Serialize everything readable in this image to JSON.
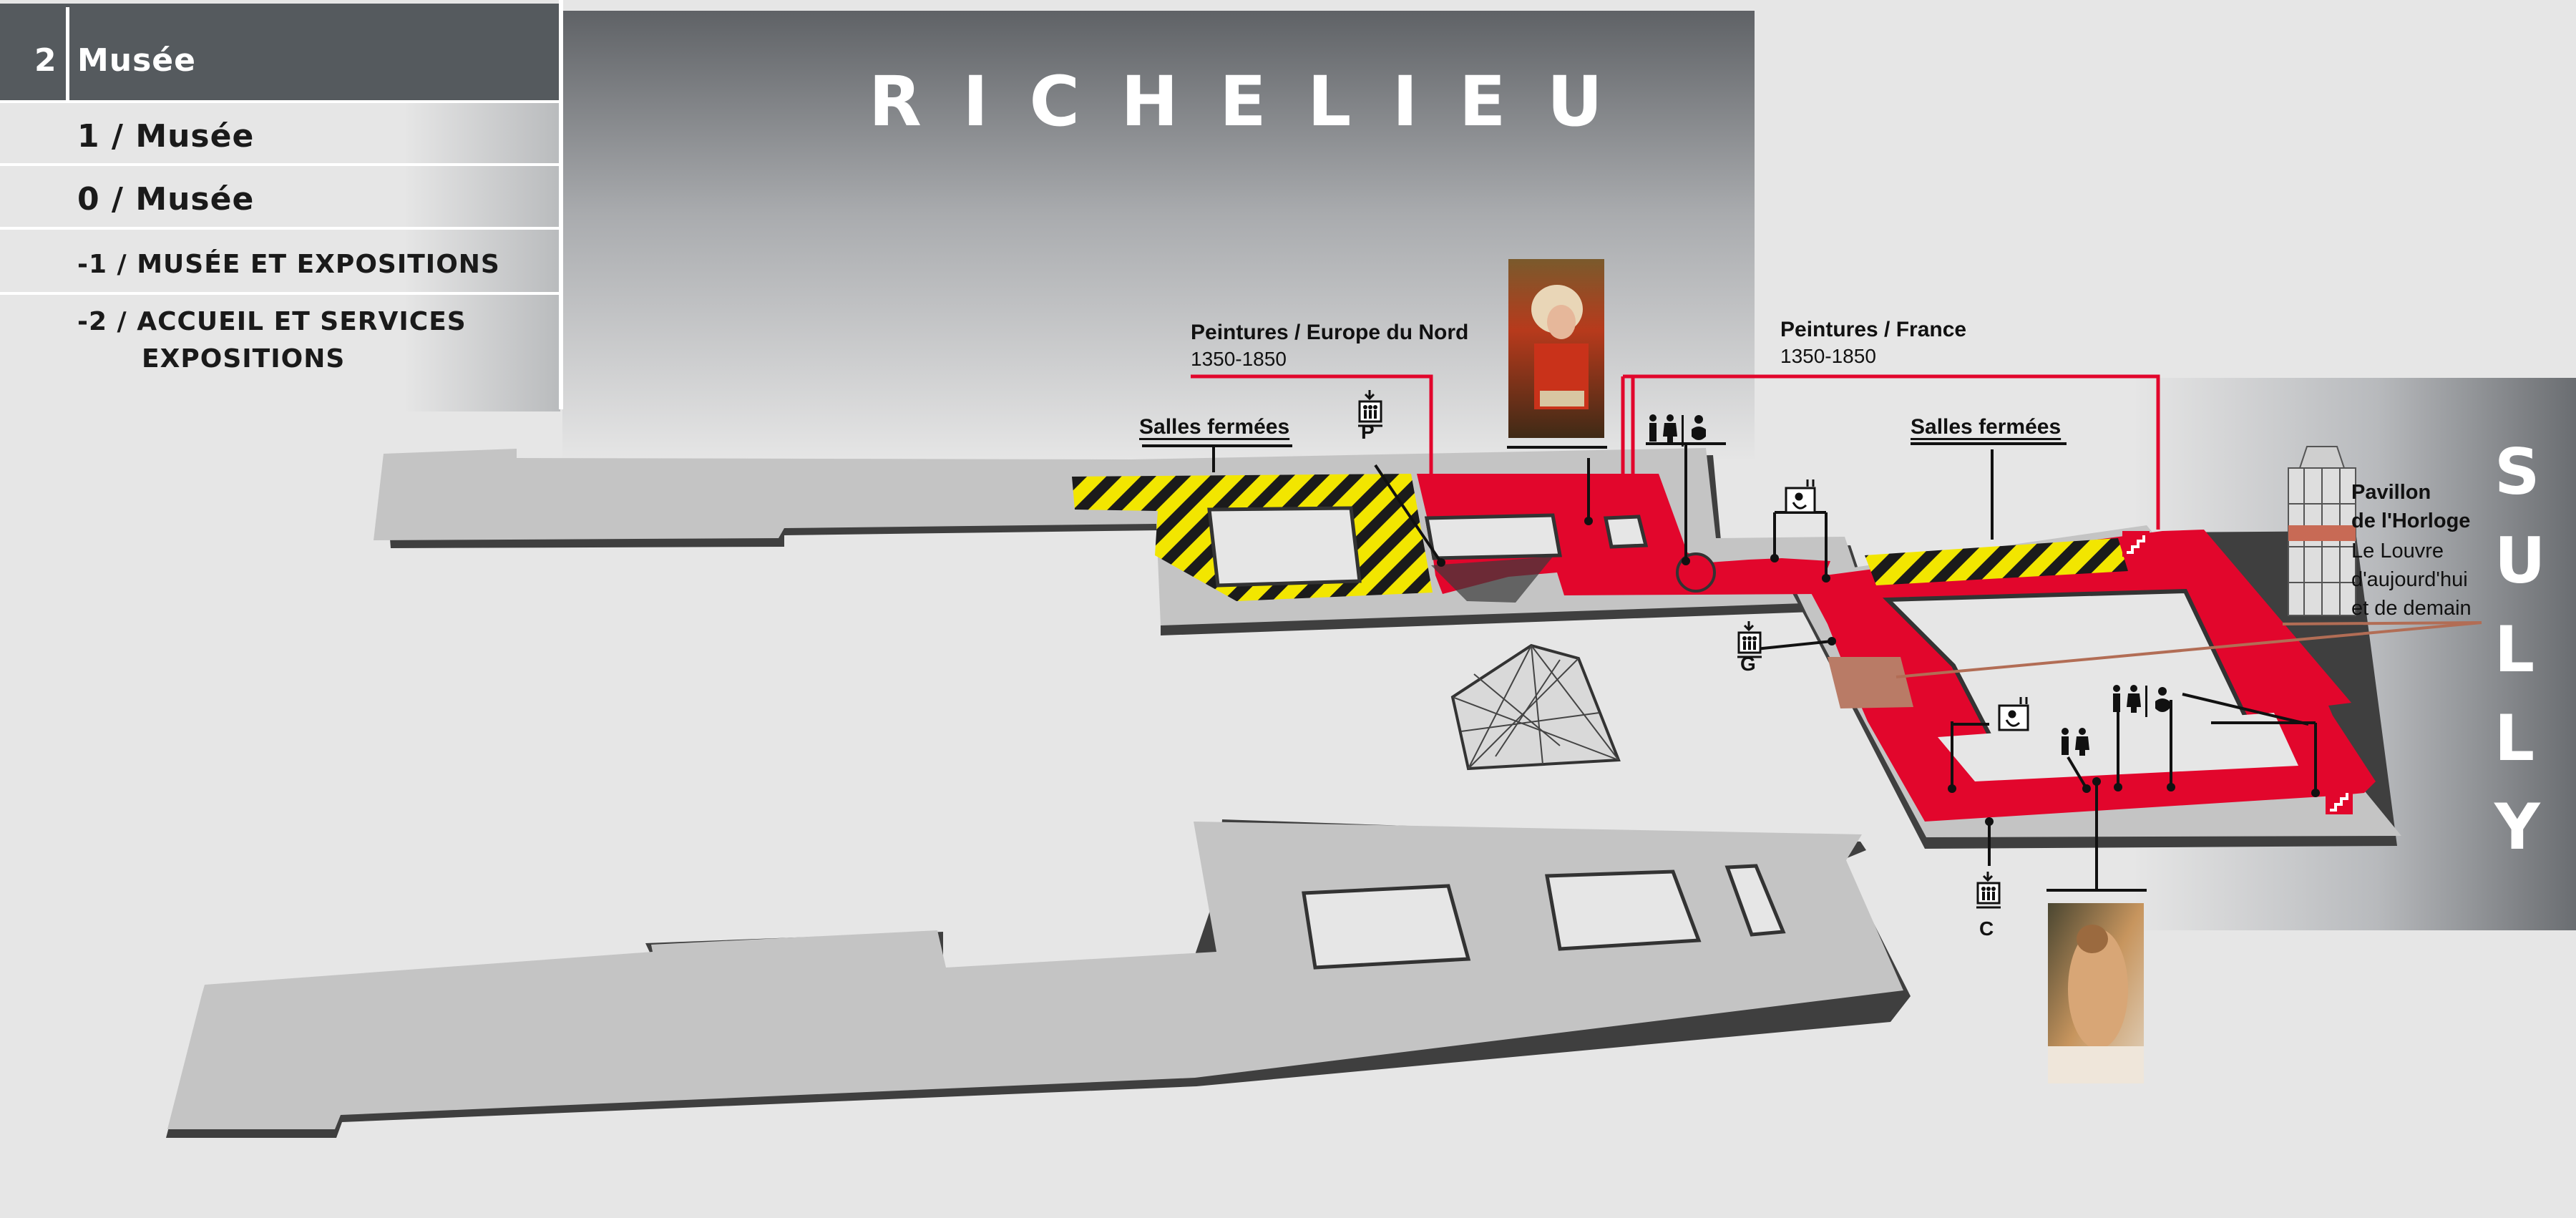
{
  "floor_nav": {
    "current": {
      "number": "2",
      "label": "Musée"
    },
    "others": [
      {
        "label": "1 / Musée"
      },
      {
        "label": "0 / Musée"
      },
      {
        "label": "-1 / Musée et expositions"
      },
      {
        "label": "-2 / Accueil et services",
        "label2": "Expositions"
      }
    ]
  },
  "wings": {
    "richelieu": "R I C H E L I E U",
    "sully": [
      "S",
      "U",
      "L",
      "L",
      "Y"
    ]
  },
  "zones": {
    "nord": {
      "title": "Peintures / Europe du Nord",
      "years": "1350-1850"
    },
    "france": {
      "title": "Peintures / France",
      "years": "1350-1850"
    },
    "closed_left": "Salles fermées",
    "closed_right": "Salles fermées"
  },
  "pavillon": {
    "line1": "Pavillon",
    "line2": "de l'Horloge",
    "line3": "Le Louvre",
    "line4": "d'aujourd'hui",
    "line5": "et de demain"
  },
  "elevators": {
    "p": "P",
    "g": "G",
    "c": "C"
  },
  "colors": {
    "accent": "#e2062c",
    "closed_stripe": "#f2e600",
    "floor": "#c4c4c4",
    "nav_active": "#555a5e"
  },
  "icons": [
    "elevator-icon",
    "toilets-icon",
    "baby-changing-icon",
    "accessible-elevator-icon",
    "stairs-icon",
    "pyramid-icon",
    "painting-thumbnail"
  ]
}
